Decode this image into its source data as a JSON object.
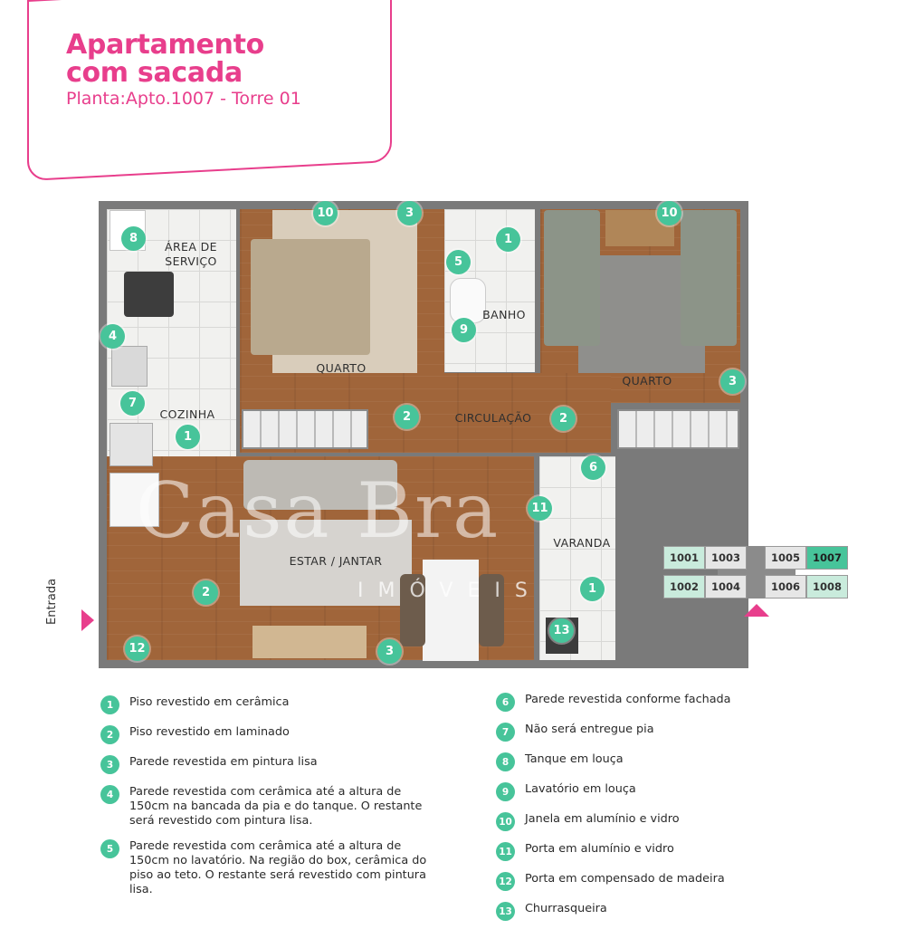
{
  "header": {
    "title_line1": "Apartamento",
    "title_line2": "com sacada",
    "subtitle": "Planta:Apto.1007 - Torre 01"
  },
  "colors": {
    "brand_pink": "#e83e8c",
    "marker_green": "#47c49a"
  },
  "rooms": {
    "area_servico": "ÁREA DE\nSERVIÇO",
    "cozinha": "COZINHA",
    "quarto1": "QUARTO",
    "banho": "BANHO",
    "quarto2": "QUARTO",
    "circulacao": "CIRCULAÇÃO",
    "estar_jantar": "ESTAR / JANTAR",
    "varanda": "VARANDA"
  },
  "markers": [
    "8",
    "10",
    "3",
    "1",
    "10",
    "5",
    "4",
    "9",
    "7",
    "1",
    "2",
    "2",
    "3",
    "6",
    "11",
    "2",
    "1",
    "3",
    "12",
    "13"
  ],
  "watermark": {
    "main": "Casa Bra",
    "sub": "IMÓVEIS"
  },
  "entrance_label": "Entrada",
  "tower_units": [
    "1001",
    "1003",
    "1005",
    "1007",
    "1002",
    "1004",
    "1006",
    "1008"
  ],
  "legend_left": [
    {
      "num": "1",
      "text": "Piso revestido em cerâmica"
    },
    {
      "num": "2",
      "text": "Piso revestido em laminado"
    },
    {
      "num": "3",
      "text": "Parede revestida em pintura lisa"
    },
    {
      "num": "4",
      "text": "Parede revestida com cerâmica até a altura de 150cm na bancada da pia e do tanque. O restante será revestido com pintura lisa."
    },
    {
      "num": "5",
      "text": "Parede revestida com cerâmica até a altura de 150cm no lavatório. Na região do box, cerâmica do piso ao teto. O restante será revestido com pintura lisa."
    }
  ],
  "legend_right": [
    {
      "num": "6",
      "text": "Parede revestida conforme fachada"
    },
    {
      "num": "7",
      "text": "Não será entregue pia"
    },
    {
      "num": "8",
      "text": "Tanque em louça"
    },
    {
      "num": "9",
      "text": "Lavatório em louça"
    },
    {
      "num": "10",
      "text": "Janela em alumínio e vidro"
    },
    {
      "num": "11",
      "text": "Porta em alumínio e vidro"
    },
    {
      "num": "12",
      "text": "Porta em compensado de madeira"
    },
    {
      "num": "13",
      "text": "Churrasqueira"
    }
  ]
}
